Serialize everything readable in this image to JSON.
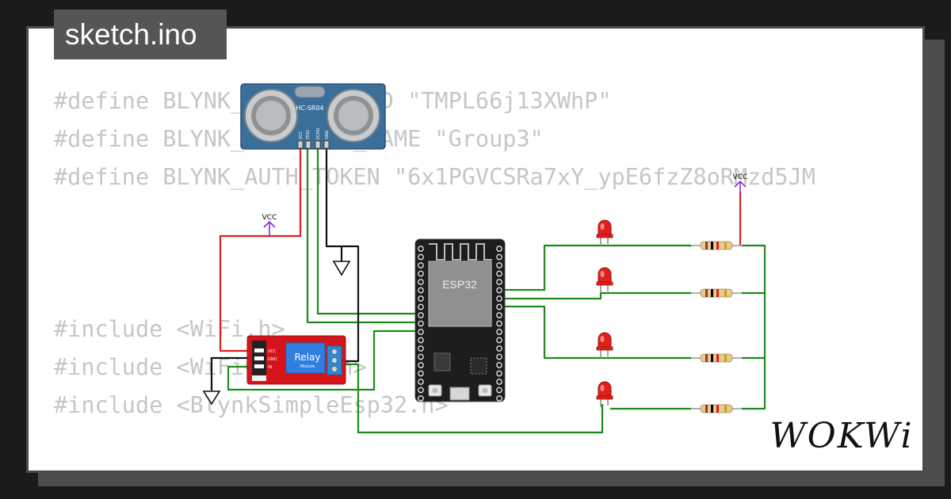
{
  "file_tab": {
    "label": "sketch.ino"
  },
  "code": {
    "lines": [
      "#define BLYNK_TEMPLATE_ID \"TMPL66j13XWhP\"",
      "#define BLYNK_TEMPLATE_NAME \"Group3\"",
      "#define BLYNK_AUTH_TOKEN \"6x1PGVCSRa7xY_ypE6fzZ8oRMzd5JM",
      "#include <WiFi.h>",
      "#include <WiFiClient.h>",
      "#include <BlynkSimpleEsp32.h>"
    ]
  },
  "circuit": {
    "sensor": {
      "label": "HC-SR04",
      "pins": [
        "VCC",
        "TRIG",
        "ECHO",
        "GND"
      ]
    },
    "mcu": {
      "label": "ESP32"
    },
    "relay": {
      "label": "Relay",
      "sublabel": "Module",
      "pins": [
        "VCC",
        "GND",
        "IN"
      ]
    },
    "power_labels": {
      "relay_vcc": "VCC",
      "resistor_vcc": "VCC"
    },
    "led_color": "#e0201b",
    "wire_colors": {
      "power": "#e0201b",
      "ground": "#111111",
      "signal": "#1e8a1e"
    }
  },
  "brand": {
    "logo": "WOKWi"
  }
}
